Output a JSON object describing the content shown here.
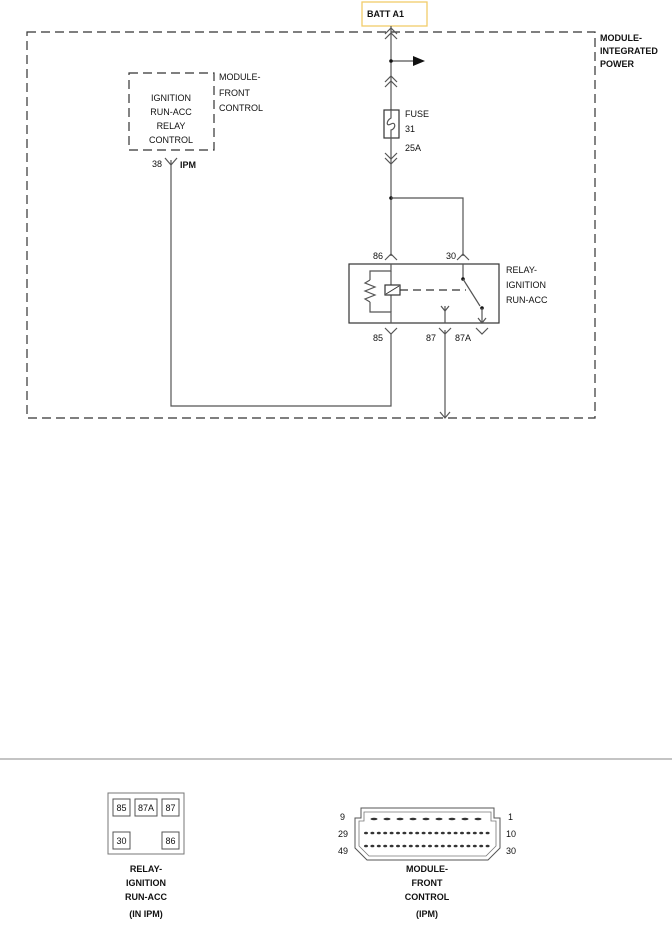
{
  "batt_label": "BATT A1",
  "module_integrated": [
    "MODULE-",
    "INTEGRATED",
    "POWER"
  ],
  "front_control_box": [
    "IGNITION",
    "RUN-ACC",
    "RELAY",
    "CONTROL"
  ],
  "front_control_module": [
    "MODULE-",
    "FRONT",
    "CONTROL"
  ],
  "pin_38": "38",
  "ipm_label": "IPM",
  "fuse": {
    "label": "FUSE",
    "number": "31",
    "rating": "25A"
  },
  "relay_pins": {
    "p86": "86",
    "p30": "30",
    "p85": "85",
    "p87": "87",
    "p87a": "87A"
  },
  "relay_label": [
    "RELAY-",
    "IGNITION",
    "RUN-ACC"
  ],
  "relay_connector": {
    "cells": [
      "85",
      "87A",
      "87",
      "30",
      "86"
    ],
    "caption": [
      "RELAY-",
      "IGNITION",
      "RUN-ACC",
      "(IN IPM)"
    ]
  },
  "module_connector": {
    "left_pins": [
      "9",
      "29",
      "49"
    ],
    "right_pins": [
      "1",
      "10",
      "30"
    ],
    "caption": [
      "MODULE-",
      "FRONT",
      "CONTROL",
      "(IPM)"
    ]
  },
  "colors": {
    "batt_box_border": "#f2cc6a",
    "wire": "#555555"
  }
}
